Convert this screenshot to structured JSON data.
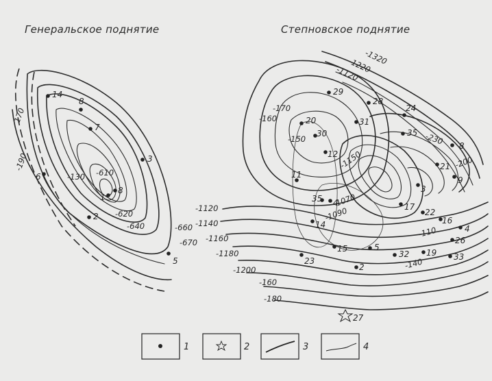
{
  "titles": {
    "general": "Генеральское поднятие",
    "stepnov": "Степновское поднятие"
  },
  "left_labels": [
    "170",
    "-190",
    "-130",
    "-610",
    "-620",
    "-640",
    "-660",
    "-670"
  ],
  "right_labels": [
    "-1320",
    "-1220",
    "-1120",
    "-170",
    "-160",
    "-150",
    "-230",
    "-200",
    "-1150",
    "-1070",
    "-1090",
    "-1120",
    "-1140",
    "-1160",
    "-1180",
    "-1200",
    "-160",
    "-180",
    "-140",
    "-110"
  ],
  "left_wells": [
    "14",
    "8",
    "7",
    "3",
    "6",
    "8",
    "1",
    "2",
    "5"
  ],
  "right_wells": [
    "29",
    "28",
    "24",
    "20",
    "30",
    "31",
    "35",
    "8",
    "12",
    "21",
    "9",
    "11",
    "3",
    "35",
    "4",
    "17",
    "22",
    "14",
    "16",
    "4",
    "15",
    "5",
    "2",
    "32",
    "19",
    "26",
    "33",
    "23",
    "27"
  ],
  "legend": [
    "1",
    "2",
    "3",
    "4"
  ],
  "colors": {
    "ink": "#2b2b2b",
    "paper": "#ebebea"
  }
}
